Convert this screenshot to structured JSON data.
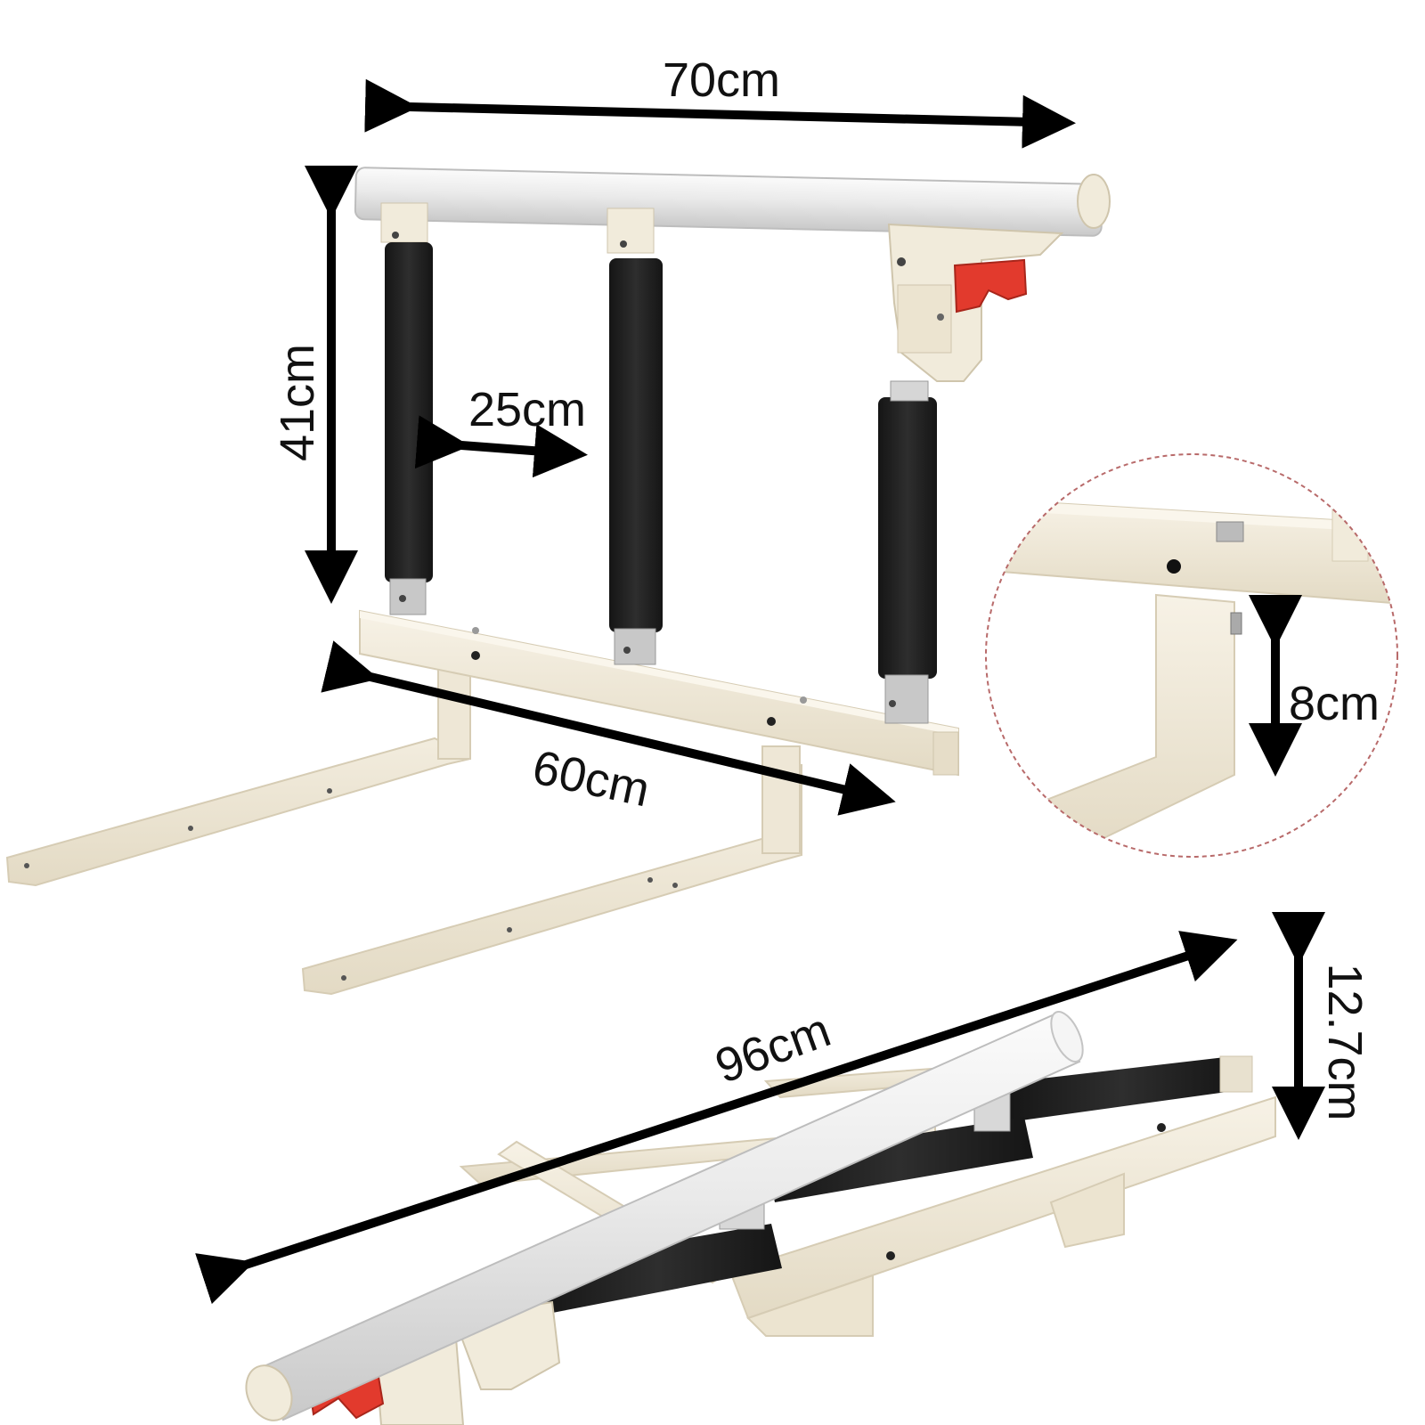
{
  "dimensions": {
    "width_label": "70cm",
    "height_label": "41cm",
    "spacing_label": "25cm",
    "arm_length_label": "60cm",
    "bracket_height_label": "8cm",
    "folded_length_label": "96cm",
    "folded_height_label": "12.7cm"
  },
  "colors": {
    "frame": "#f1ebdb",
    "frame_edge": "#d9d0ba",
    "rail": "#e9e9e9",
    "rail_highlight": "#fbfbfb",
    "foam": "#202020",
    "latch": "#e23a2d",
    "arrow": "#000000",
    "detail_circle": "#b86a6a"
  }
}
